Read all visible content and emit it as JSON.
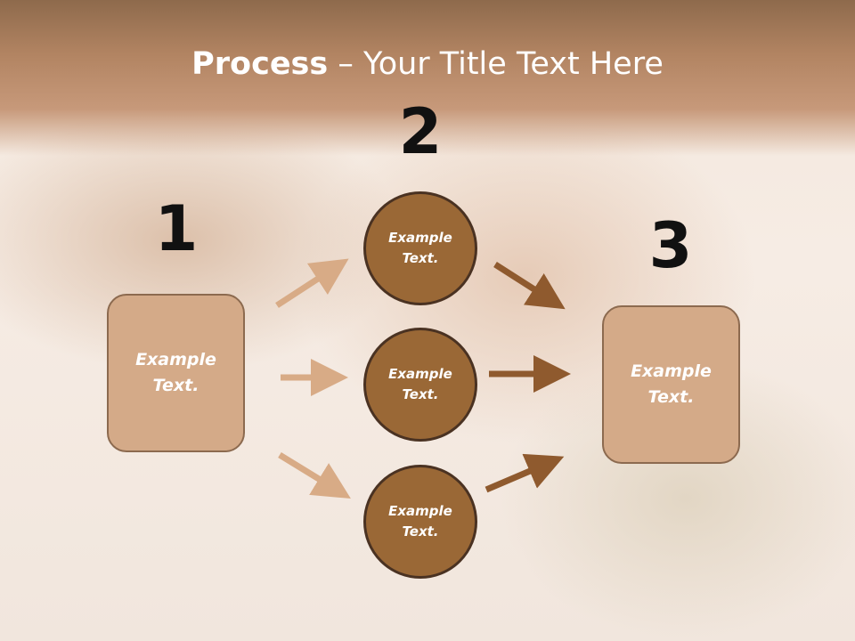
{
  "title": {
    "bold": "Process",
    "rest": " – Your Title Text Here"
  },
  "steps": {
    "one": "1",
    "two": "2",
    "three": "3"
  },
  "left_box": {
    "label": "Example Text."
  },
  "circles": [
    {
      "label": "Example Text."
    },
    {
      "label": "Example Text."
    },
    {
      "label": "Example Text."
    }
  ],
  "right_box": {
    "label": "Example Text."
  },
  "colors": {
    "header": "#b28462",
    "box_fill": "#d4aa88",
    "circle_fill": "#9a6836",
    "arrow_light": "#d8ab86",
    "arrow_dark": "#8f5a2e"
  }
}
